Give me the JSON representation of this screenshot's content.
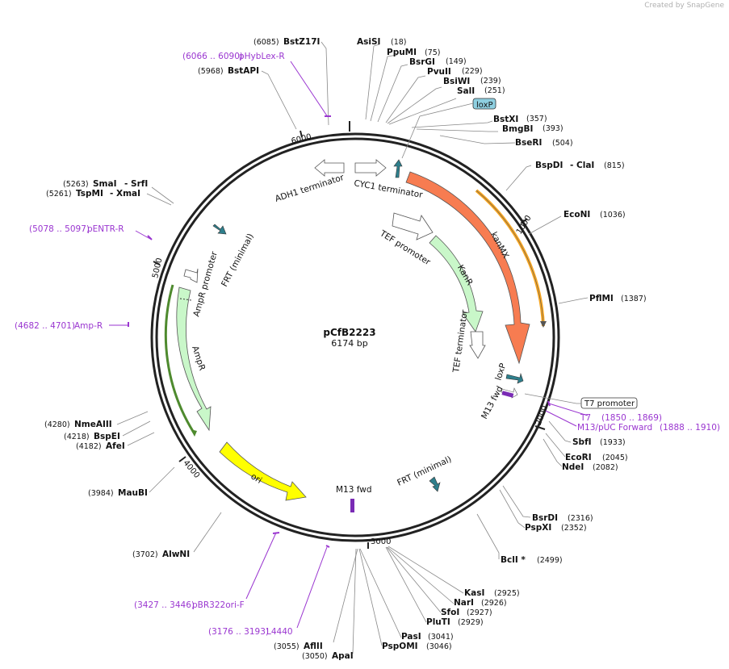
{
  "watermark": "Created by SnapGene",
  "plasmid": {
    "name": "pCfB2223",
    "length": "6174 bp",
    "size": 6174
  },
  "colors": {
    "kanmx": "#f77c51",
    "kanr": "#c9f7c9",
    "ampr": "#c9f7c9",
    "ori": "#ffff00",
    "teal": "#2e7f8c",
    "primer": "#9a36d0",
    "orange_bar": "#f7a623",
    "loxp_box": "#8ecfe0"
  },
  "ticks": [
    "1000",
    "2000",
    "3000",
    "4000",
    "5000",
    "6000"
  ],
  "enzymes_right": [
    {
      "name": "AsiSI",
      "pos": "(18)"
    },
    {
      "name": "PpuMI",
      "pos": "(75)"
    },
    {
      "name": "BsrGI",
      "pos": "(149)"
    },
    {
      "name": "PvuII",
      "pos": "(229)"
    },
    {
      "name": "BsiWI",
      "pos": "(239)"
    },
    {
      "name": "SalI",
      "pos": "(251)"
    },
    {
      "name": "BstXI",
      "pos": "(357)"
    },
    {
      "name": "BmgBI",
      "pos": "(393)"
    },
    {
      "name": "BseRI",
      "pos": "(504)"
    },
    {
      "name": "BspDI",
      "name2": "- ClaI",
      "pos": "(815)"
    },
    {
      "name": "EcoNI",
      "pos": "(1036)"
    },
    {
      "name": "PflMI",
      "pos": "(1387)"
    },
    {
      "name": "SbfI",
      "pos": "(1933)"
    },
    {
      "name": "EcoRI",
      "pos": "(2045)"
    },
    {
      "name": "NdeI",
      "pos": "(2082)"
    },
    {
      "name": "BsrDI",
      "pos": "(2316)"
    },
    {
      "name": "PspXI",
      "pos": "(2352)"
    },
    {
      "name": "BclI *",
      "pos": "(2499)"
    },
    {
      "name": "KasI",
      "pos": "(2925)"
    },
    {
      "name": "NarI",
      "pos": "(2926)"
    },
    {
      "name": "SfoI",
      "pos": "(2927)"
    },
    {
      "name": "PluTI",
      "pos": "(2929)"
    },
    {
      "name": "PasI",
      "pos": "(3041)"
    },
    {
      "name": "PspOMI",
      "pos": "(3046)"
    }
  ],
  "enzymes_left": [
    {
      "name": "BstZ17I",
      "pos": "(6085)"
    },
    {
      "name": "BstAPI",
      "pos": "(5968)"
    },
    {
      "name": "SmaI",
      "name2": "- SrfI",
      "pos": "(5263)"
    },
    {
      "name": "TspMI",
      "name2": "- XmaI",
      "pos": "(5261)"
    },
    {
      "name": "NmeAIII",
      "pos": "(4280)"
    },
    {
      "name": "BspEI",
      "pos": "(4218)"
    },
    {
      "name": "AfeI",
      "pos": "(4182)"
    },
    {
      "name": "MauBI",
      "pos": "(3984)"
    },
    {
      "name": "AlwNI",
      "pos": "(3702)"
    },
    {
      "name": "AflII",
      "pos": "(3055)"
    },
    {
      "name": "ApaI",
      "pos": "(3050)"
    }
  ],
  "primers": [
    {
      "name": "pHybLex-R",
      "pos": "(6066 .. 6090)"
    },
    {
      "name": "pENTR-R",
      "pos": "(5078 .. 5097)"
    },
    {
      "name": "Amp-R",
      "pos": "(4682 .. 4701)"
    },
    {
      "name": "pBR322ori-F",
      "pos": "(3427 .. 3446)"
    },
    {
      "name": "L4440",
      "pos": "(3176 .. 3193)"
    },
    {
      "name": "T7",
      "pos": "(1850 .. 1869)"
    },
    {
      "name": "M13/pUC Forward",
      "pos": "(1888 .. 1910)"
    }
  ],
  "features": {
    "adh1": "ADH1 terminator",
    "cyc1": "CYC1 terminator",
    "tef_promoter": "TEF promoter",
    "tef_terminator": "TEF terminator",
    "kanmx": "kanMX",
    "kanr": "KanR",
    "loxp_box": "loxP",
    "loxp": "loxP",
    "m13fwd_a": "M13 fwd",
    "m13fwd_b": "M13 fwd",
    "t7_promoter": "T7 promoter",
    "frt_min_a": "FRT (minimal)",
    "frt_min_b": "FRT (minimal)",
    "ampr_promoter": "AmpR promoter",
    "ampr": "AmpR",
    "ori": "ori"
  }
}
